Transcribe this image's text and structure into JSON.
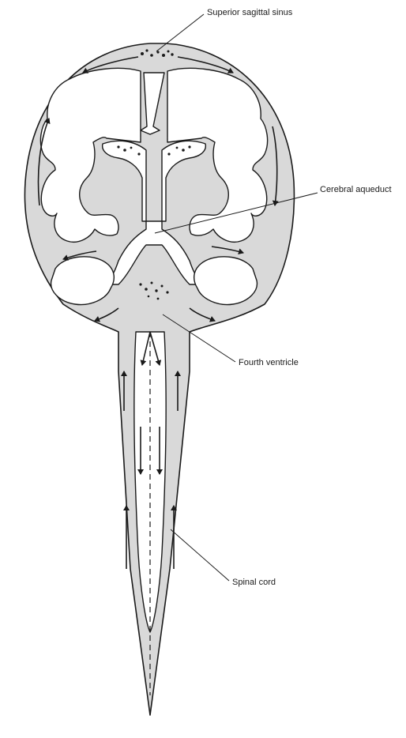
{
  "labels": {
    "superior_sagittal_sinus": "Superior sagittal sinus",
    "cerebral_aqueduct": "Cerebral aqueduct",
    "fourth_ventricle": "Fourth ventricle",
    "spinal_cord": "Spinal cord"
  },
  "colors": {
    "ink": "#1a1a1a",
    "csf_shading": "#d9d9d9",
    "background": "#ffffff"
  }
}
